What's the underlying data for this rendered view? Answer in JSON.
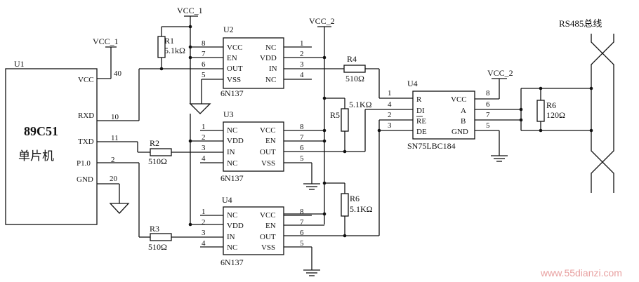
{
  "power": {
    "vcc1": "VCC_1",
    "vcc2": "VCC_2"
  },
  "bus_label": "RS485总线",
  "watermark": "www.55dianzi.com",
  "mcu": {
    "ref": "U1",
    "name": "89C51",
    "subtitle": "单片机",
    "pins": [
      {
        "name": "VCC",
        "num": "40"
      },
      {
        "name": "RXD",
        "num": "10"
      },
      {
        "name": "TXD",
        "num": "11"
      },
      {
        "name": "P1.0",
        "num": "2"
      },
      {
        "name": "GND",
        "num": "20"
      }
    ]
  },
  "optos": [
    {
      "ref": "U2",
      "part": "6N137",
      "left": [
        {
          "num": "8",
          "name": "VCC"
        },
        {
          "num": "7",
          "name": "EN"
        },
        {
          "num": "6",
          "name": "OUT"
        },
        {
          "num": "5",
          "name": "VSS"
        }
      ],
      "right": [
        {
          "name": "NC",
          "num": "1"
        },
        {
          "name": "VDD",
          "num": "2"
        },
        {
          "name": "IN",
          "num": "3"
        },
        {
          "name": "NC",
          "num": "4"
        }
      ]
    },
    {
      "ref": "U3",
      "part": "6N137",
      "left": [
        {
          "num": "1",
          "name": "NC"
        },
        {
          "num": "2",
          "name": "VDD"
        },
        {
          "num": "3",
          "name": "IN"
        },
        {
          "num": "4",
          "name": "NC"
        }
      ],
      "right": [
        {
          "name": "VCC",
          "num": "8"
        },
        {
          "name": "EN",
          "num": "7"
        },
        {
          "name": "OUT",
          "num": "6"
        },
        {
          "name": "VSS",
          "num": "5"
        }
      ]
    },
    {
      "ref": "U4",
      "part": "6N137",
      "left": [
        {
          "num": "1",
          "name": "NC"
        },
        {
          "num": "2",
          "name": "VDD"
        },
        {
          "num": "3",
          "name": "IN"
        },
        {
          "num": "4",
          "name": "NC"
        }
      ],
      "right": [
        {
          "name": "VCC",
          "num": "8"
        },
        {
          "name": "EN",
          "num": "7"
        },
        {
          "name": "OUT",
          "num": "6"
        },
        {
          "name": "VSS",
          "num": "5"
        }
      ]
    }
  ],
  "transceiver": {
    "ref": "U4",
    "part": "SN75LBC184",
    "left": [
      {
        "num": "1",
        "name": "R"
      },
      {
        "num": "4",
        "name": "DI"
      },
      {
        "num": "2",
        "name": "RE"
      },
      {
        "num": "3",
        "name": "DE"
      }
    ],
    "right": [
      {
        "name": "VCC",
        "num": "8"
      },
      {
        "name": "A",
        "num": "6"
      },
      {
        "name": "B",
        "num": "7"
      },
      {
        "name": "GND",
        "num": "5"
      }
    ]
  },
  "resistors": {
    "r1": {
      "ref": "R1",
      "value": "5.1kΩ"
    },
    "r2": {
      "ref": "R2",
      "value": "510Ω"
    },
    "r3": {
      "ref": "R3",
      "value": "510Ω"
    },
    "r4": {
      "ref": "R4",
      "value": "510Ω"
    },
    "r5": {
      "ref": "R5",
      "value": "5.1KΩ"
    },
    "r6a": {
      "ref": "R6",
      "value": "5.1KΩ"
    },
    "r6b": {
      "ref": "R6",
      "value": "120Ω"
    }
  }
}
